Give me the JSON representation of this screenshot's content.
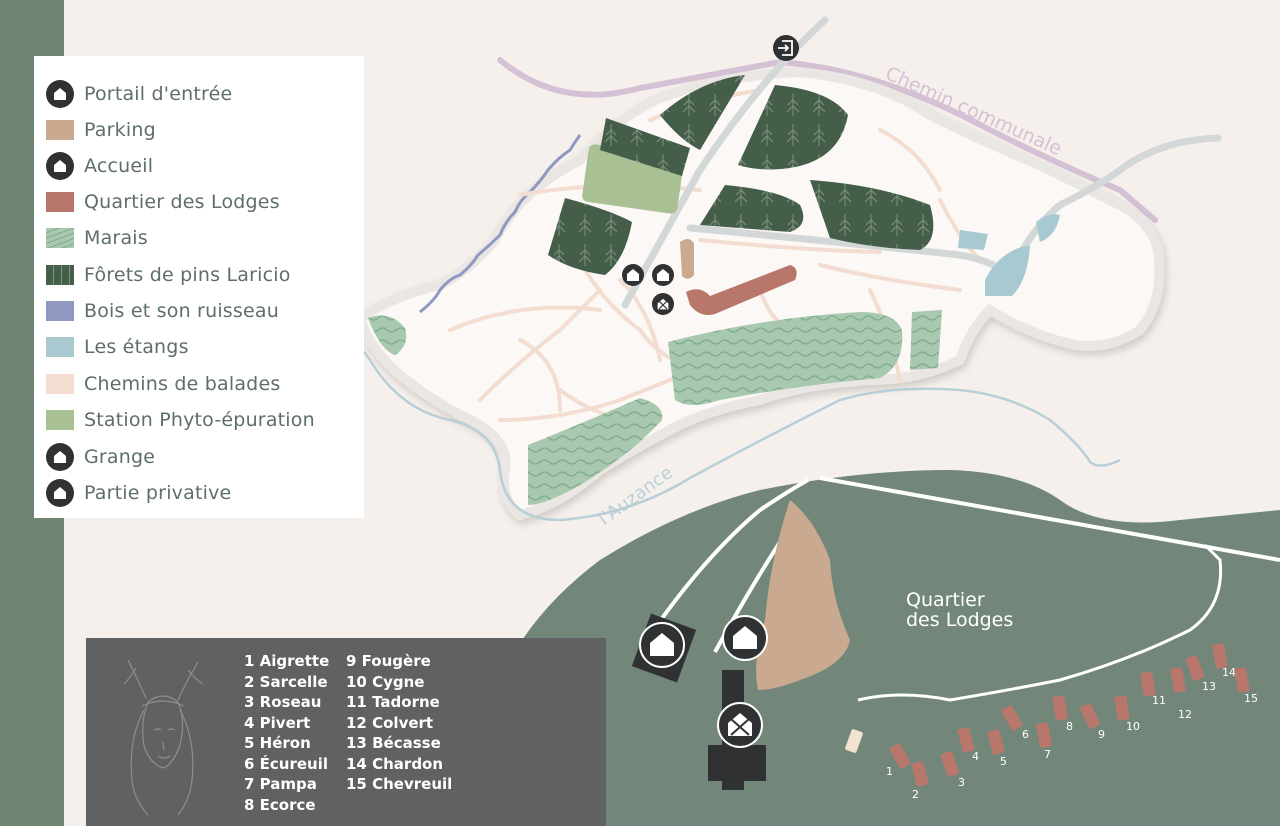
{
  "legend": {
    "items": [
      {
        "label": "Portail d'entrée",
        "symbol": "entrance-icon",
        "color": "#2f3133"
      },
      {
        "label": "Parking",
        "symbol": "swatch",
        "color": "#c9a98f"
      },
      {
        "label": "Accueil",
        "symbol": "house-icon",
        "color": "#2f3133"
      },
      {
        "label": "Quartier des Lodges",
        "symbol": "swatch",
        "color": "#b9776b"
      },
      {
        "label": "Marais",
        "symbol": "wave-swatch",
        "color": "#a8c8b0"
      },
      {
        "label": "Fôrets de pins Laricio",
        "symbol": "tree-swatch",
        "color": "#455e4a"
      },
      {
        "label": "Bois et son ruisseau",
        "symbol": "swatch",
        "color": "#8e98c0"
      },
      {
        "label": "Les étangs",
        "symbol": "swatch",
        "color": "#a9c9d1"
      },
      {
        "label": "Chemins de balades",
        "symbol": "swatch",
        "color": "#f3ddd0"
      },
      {
        "label": "Station Phyto-épuration",
        "symbol": "swatch",
        "color": "#a9bf94"
      },
      {
        "label": "Grange",
        "symbol": "barn-icon",
        "color": "#2f3133"
      },
      {
        "label": "Partie privative",
        "symbol": "windmill-house-icon",
        "color": "#2f3133"
      }
    ]
  },
  "map_labels": {
    "road": "Chemin communale",
    "river": "l'Auzance",
    "district_line1": "Quartier",
    "district_line2": "des Lodges"
  },
  "lodges": [
    {
      "number": "1",
      "name": "Aigrette"
    },
    {
      "number": "2",
      "name": "Sarcelle"
    },
    {
      "number": "3",
      "name": "Roseau"
    },
    {
      "number": "4",
      "name": "Pivert"
    },
    {
      "number": "5",
      "name": "Héron"
    },
    {
      "number": "6",
      "name": "Écureuil"
    },
    {
      "number": "7",
      "name": "Pampa"
    },
    {
      "number": "8",
      "name": "Ecorce"
    },
    {
      "number": "9",
      "name": "Fougère"
    },
    {
      "number": "10",
      "name": "Cygne"
    },
    {
      "number": "11",
      "name": "Tadorne"
    },
    {
      "number": "12",
      "name": "Colvert"
    },
    {
      "number": "13",
      "name": "Bécasse"
    },
    {
      "number": "14",
      "name": "Chardon"
    },
    {
      "number": "15",
      "name": "Chevreuil"
    }
  ],
  "colors": {
    "background": "#f5f0ec",
    "frame_green": "#6e8473",
    "district_green": "#72877a",
    "forest": "#455e4a",
    "marsh": "#a8c8b0",
    "lodge": "#b9776b",
    "parking": "#c9a98f",
    "pond": "#a9c9d1",
    "paths": "#f3ddd0",
    "phyto": "#a9bf94",
    "stream": "#8e98c0",
    "road_grey": "#d4d7d8",
    "chemin_purple": "#d5c1d5",
    "dark_icon": "#2f3133",
    "list_panel": "#5f6162"
  }
}
